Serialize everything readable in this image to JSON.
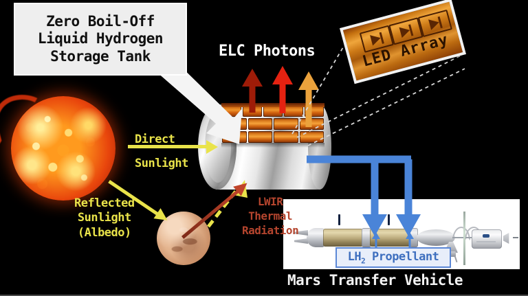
{
  "diagram": {
    "title_callout": {
      "lines": [
        "Zero Boil-Off",
        "Liquid Hydrogen",
        "Storage Tank"
      ]
    },
    "labels": {
      "elc_photons": "ELC Photons",
      "direct_sunlight": [
        "Direct",
        "Sunlight"
      ],
      "reflected_sunlight": [
        "Reflected",
        "Sunlight",
        "(Albedo)"
      ],
      "lwir": [
        "LWIR",
        "Thermal",
        "Radiation"
      ],
      "mars_transfer_vehicle": "Mars Transfer Vehicle",
      "led_array": "LED Array",
      "lh2_propellant_pre": "LH",
      "lh2_propellant_sub": "2",
      "lh2_propellant_post": " Propellant"
    },
    "colors": {
      "background": "#000000",
      "callout_fill": "#eeeeee",
      "callout_text": "#111111",
      "elc_text": "#ffffff",
      "yellow_label": "#e9e34a",
      "lwir_text": "#b5452e",
      "mtv_label": "#f2f2f2",
      "panel_white": "#ffffff",
      "lh2_border": "#5b87d6",
      "lh2_text": "#3e6fbf",
      "lh2_fill": "#e8eefa",
      "blue_pipe": "#4a84d8",
      "arrow_dark_red": "#9e1c08",
      "arrow_bright_red": "#e52211",
      "arrow_amber": "#eba23c",
      "copper": "#d07418",
      "mars": "#d9a87e",
      "sun": "#e8500f",
      "dashed_line": "#d8d8d8"
    },
    "photon_arrows": [
      {
        "name": "dark-red",
        "color": "#9e1c08"
      },
      {
        "name": "bright-red",
        "color": "#e52211"
      },
      {
        "name": "amber",
        "color": "#eba23c"
      }
    ],
    "led_symbols": 3,
    "dashed_callouts": 3,
    "blue_arrows": 2
  }
}
